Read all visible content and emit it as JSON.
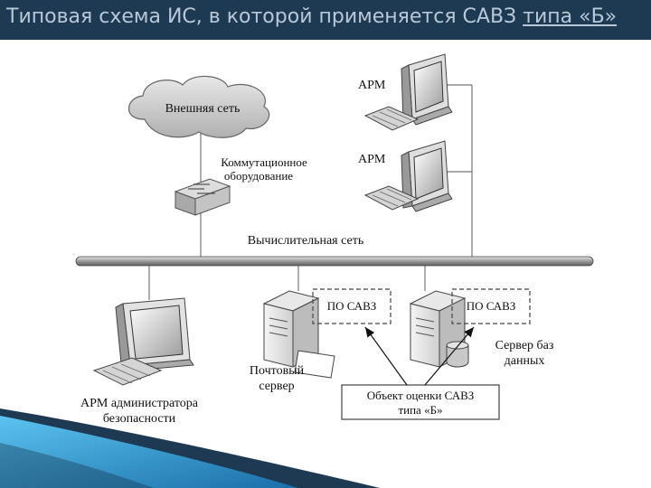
{
  "title": {
    "main": "Типовая схема ИС, в которой применяется САВЗ ",
    "accent": "типа «Б»"
  },
  "diagram": {
    "external_network": "Внешняя сеть",
    "switch_label": [
      "Коммутационное",
      "оборудование"
    ],
    "arm1": "АРМ",
    "arm2": "АРМ",
    "network_label": "Вычислительная сеть",
    "po1": "ПО САВЗ",
    "po2": "ПО САВЗ",
    "mail_server": [
      "Почтовый",
      "сервер"
    ],
    "db_server": [
      "Сервер баз",
      "данных"
    ],
    "eval_object": [
      "Объект оценки САВЗ",
      "типа «Б»"
    ],
    "admin_arm": [
      "АРМ администратора",
      "безопасности"
    ]
  },
  "colors": {
    "title_bg": "#1e3a52",
    "title_text": "#b8c8d6",
    "corner_accent": "#3a9fd8"
  }
}
